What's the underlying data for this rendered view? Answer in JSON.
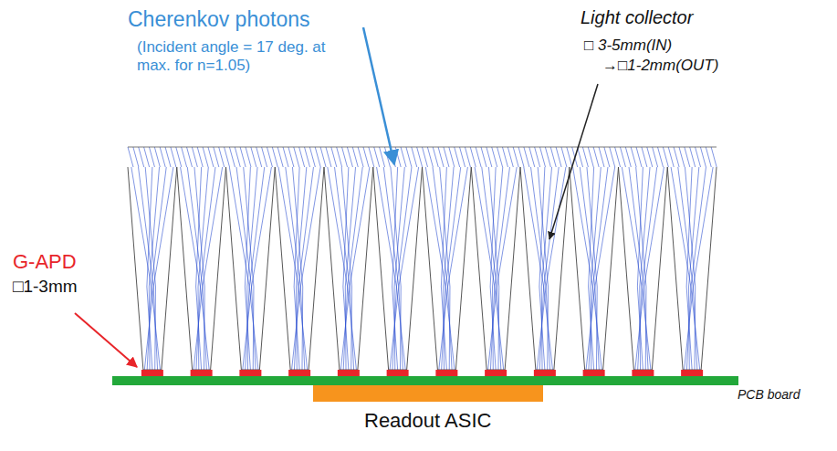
{
  "diagram": {
    "labels": [
      "Cherenkov photons",
      "(Incident angle = 17 deg. at max. for n=1.05)",
      "Light collector",
      "□ 3-5mm(IN)",
      "→□1-2mm(OUT)",
      "G-APD",
      "□1-3mm",
      "PCB board",
      "Readout ASIC"
    ]
  }
}
